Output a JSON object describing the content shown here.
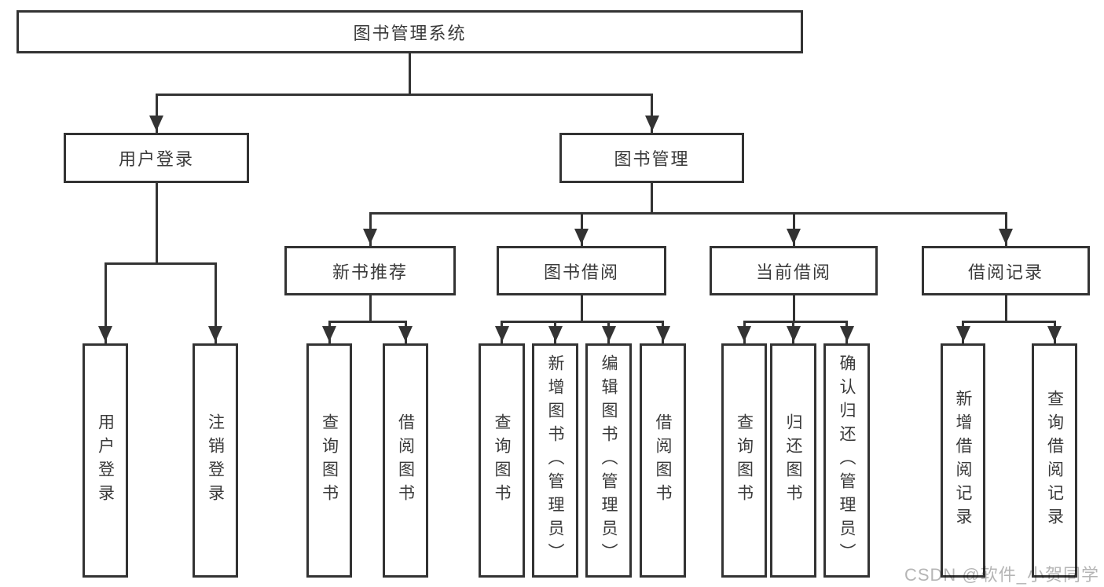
{
  "diagram_title": "图书管理系统",
  "nodes": [
    {
      "id": "root",
      "label": "图书管理系统",
      "level": 1,
      "parent": null
    },
    {
      "id": "user-login",
      "label": "用户登录",
      "level": 2,
      "parent": "root"
    },
    {
      "id": "book-mgmt",
      "label": "图书管理",
      "level": 2,
      "parent": "root"
    },
    {
      "id": "ul-login",
      "label": "用户登录",
      "level": 3,
      "parent": "user-login"
    },
    {
      "id": "ul-logout",
      "label": "注销登录",
      "level": 3,
      "parent": "user-login"
    },
    {
      "id": "new-book",
      "label": "新书推荐",
      "level": 3,
      "parent": "book-mgmt"
    },
    {
      "id": "book-borrow",
      "label": "图书借阅",
      "level": 3,
      "parent": "book-mgmt"
    },
    {
      "id": "current-borrow",
      "label": "当前借阅",
      "level": 3,
      "parent": "book-mgmt"
    },
    {
      "id": "borrow-records",
      "label": "借阅记录",
      "level": 3,
      "parent": "book-mgmt"
    },
    {
      "id": "nb-query",
      "label": "查询图书",
      "level": 4,
      "parent": "new-book"
    },
    {
      "id": "nb-borrow",
      "label": "借阅图书",
      "level": 4,
      "parent": "new-book"
    },
    {
      "id": "bb-query",
      "label": "查询图书",
      "level": 4,
      "parent": "book-borrow"
    },
    {
      "id": "bb-add",
      "label": "新增图书（管理员）",
      "level": 4,
      "parent": "book-borrow"
    },
    {
      "id": "bb-edit",
      "label": "编辑图书（管理员）",
      "level": 4,
      "parent": "book-borrow"
    },
    {
      "id": "bb-borrow",
      "label": "借阅图书",
      "level": 4,
      "parent": "book-borrow"
    },
    {
      "id": "cb-query",
      "label": "查询图书",
      "level": 4,
      "parent": "current-borrow"
    },
    {
      "id": "cb-return",
      "label": "归还图书",
      "level": 4,
      "parent": "current-borrow"
    },
    {
      "id": "cb-confirm",
      "label": "确认归还（管理员）",
      "level": 4,
      "parent": "current-borrow"
    },
    {
      "id": "br-add",
      "label": "新增借阅记录",
      "level": 4,
      "parent": "borrow-records"
    },
    {
      "id": "br-query",
      "label": "查询借阅记录",
      "level": 4,
      "parent": "borrow-records"
    }
  ],
  "colors": {
    "line": "#333333",
    "text": "#3a3a3a",
    "watermark": "#b5b5b5",
    "background": "#ffffff"
  },
  "watermark": "CSDN @软件_小贺同学"
}
